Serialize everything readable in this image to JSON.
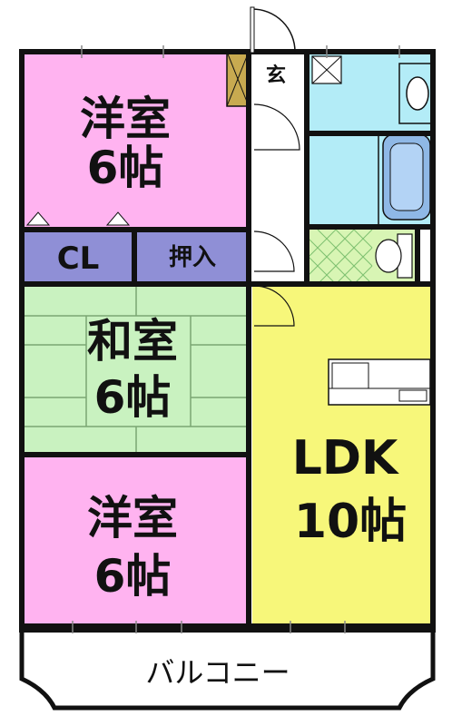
{
  "rooms": {
    "western_top": {
      "name": "洋室",
      "size": "6帖",
      "color": "#ffb3f0"
    },
    "closet": {
      "name": "CL",
      "color": "#8f8fd6"
    },
    "oshiire": {
      "name": "押入",
      "color": "#8f8fd6"
    },
    "washitsu": {
      "name": "和室",
      "size": "6帖",
      "color": "#c9f2c0"
    },
    "western_bottom": {
      "name": "洋室",
      "size": "6帖",
      "color": "#ffb3f0"
    },
    "ldk": {
      "name": "LDK",
      "size": "10帖",
      "color": "#f7f77a"
    },
    "entrance": {
      "name": "玄"
    },
    "bath": {
      "color": "#b3ecf7"
    },
    "toilet": {
      "color": "#d8f5b4"
    }
  },
  "balcony": {
    "name": "バルコニー"
  },
  "colors": {
    "wall": "#111111",
    "floor_white": "#ffffff",
    "shoe_box": "#c8aa50"
  }
}
